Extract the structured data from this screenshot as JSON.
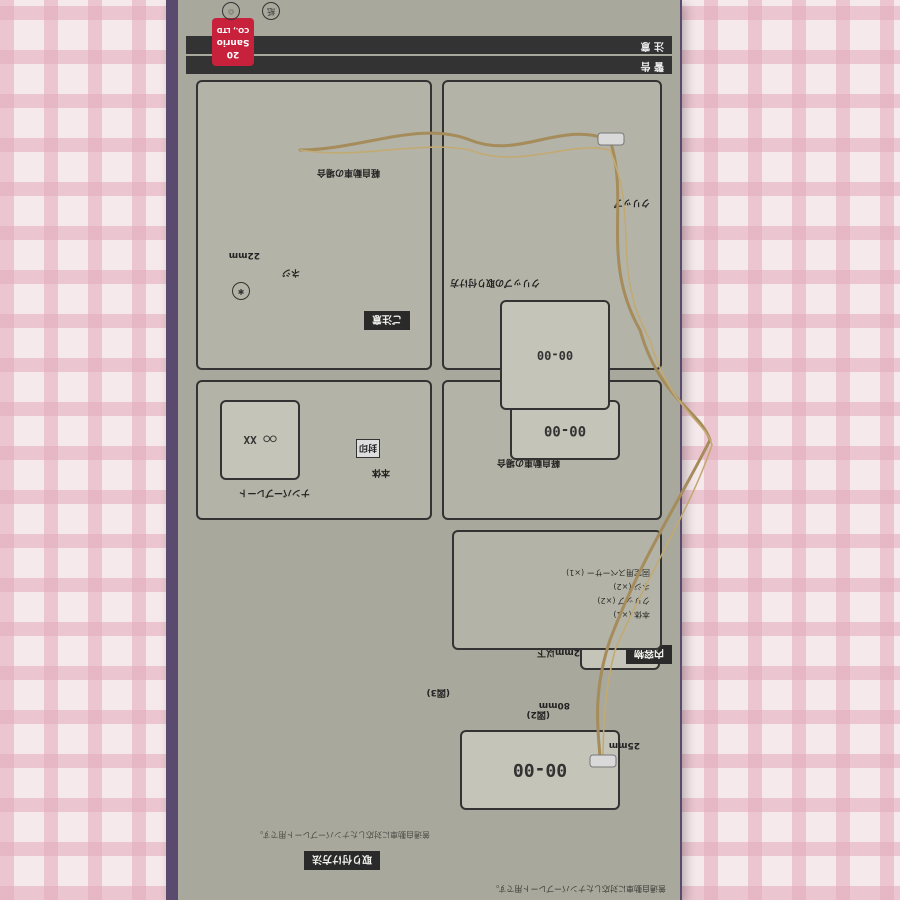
{
  "photo": {
    "subject": "",
    "background": ""
  },
  "card": {
    "logo_text": "Sanrio",
    "logo_sub": "CO., LTD",
    "logo_year": "20",
    "section_warning": "警 告",
    "section_caution": "注 意",
    "section_mount": "取り付け方法",
    "section_contents": "内容物",
    "sub_light_vehicle": "軽自動車の場合",
    "sub_clip_removal": "クリップの取り付け方",
    "caution_box": "ご注意",
    "plate_text": "00-00",
    "plate_chars": "○○ XX",
    "label_main_body": "本体",
    "label_number_plate": "ナンバープレート",
    "label_clip": "クリップ",
    "label_spacer": "固定用スペーサー",
    "label_screw": "ネジ",
    "label_seal": "封印",
    "dim_22mm": "22mm",
    "dim_80mm": "80mm",
    "dim_25mm": "25mm",
    "dim_2mm": "2mm以下",
    "fig_2": "(図2)",
    "fig_3": "(図3)",
    "instruction_note": "普通自動車に対応したナンバープレート用です。",
    "contents_list": [
      "本体 (×1)",
      "クリップ (×2)",
      "ネジ (×2)",
      "固定用スペーサー (×1)"
    ]
  }
}
